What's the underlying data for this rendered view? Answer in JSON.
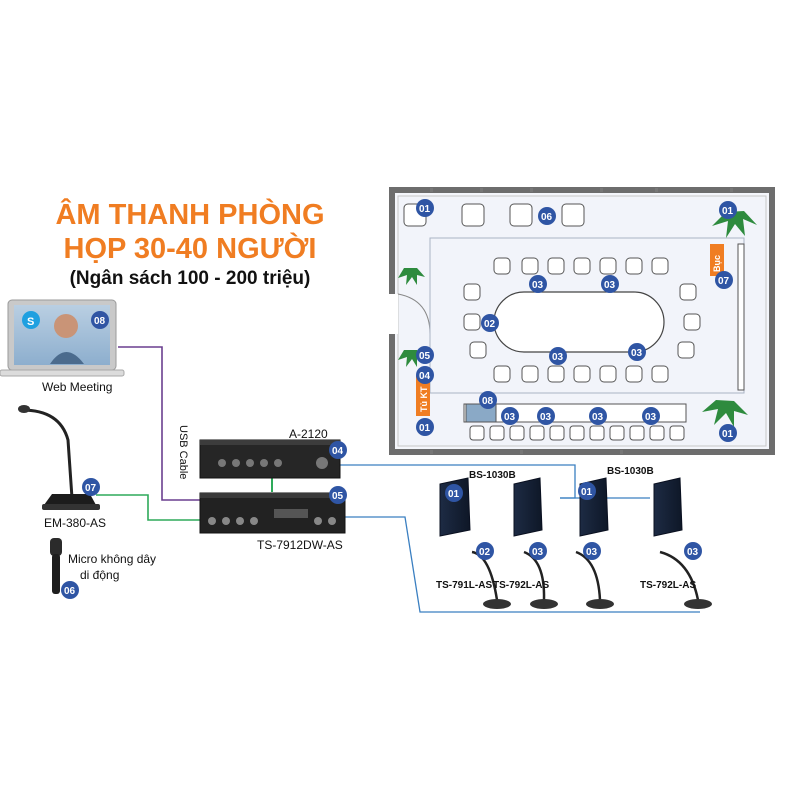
{
  "title": {
    "line1": "ÂM THANH PHÒNG",
    "line2": "HỌP 30-40 NGƯỜI",
    "subtitle": "(Ngân sách 100 - 200 triệu)"
  },
  "left_devices": {
    "laptop_label": "Web Meeting",
    "usb_label": "USB Cable",
    "amp_label": "A-2120",
    "mixer_label": "TS-7912DW-AS",
    "gooseneck_label": "EM-380-AS",
    "wireless_label_1": "Micro không dây",
    "wireless_label_2": "di động"
  },
  "room": {
    "cabinet_label": "Tủ KT",
    "podium_label": "Bục"
  },
  "speakers": {
    "label_a": "BS-1030B",
    "label_b": "BS-1030B"
  },
  "mics": {
    "m1": "TS-791L-AS",
    "m2": "TS-792L-AS",
    "m3": "TS-792L-AS"
  },
  "badges": {
    "b01": "01",
    "b02": "02",
    "b03": "03",
    "b04": "04",
    "b05": "05",
    "b06": "06",
    "b07": "07",
    "b08": "08"
  },
  "colors": {
    "title_orange": "#f07d22",
    "badge_blue": "#2f55a4",
    "cable_blue": "#3a7fc1",
    "cable_green": "#2eaa5a",
    "cable_purple": "#6a3f8f"
  }
}
